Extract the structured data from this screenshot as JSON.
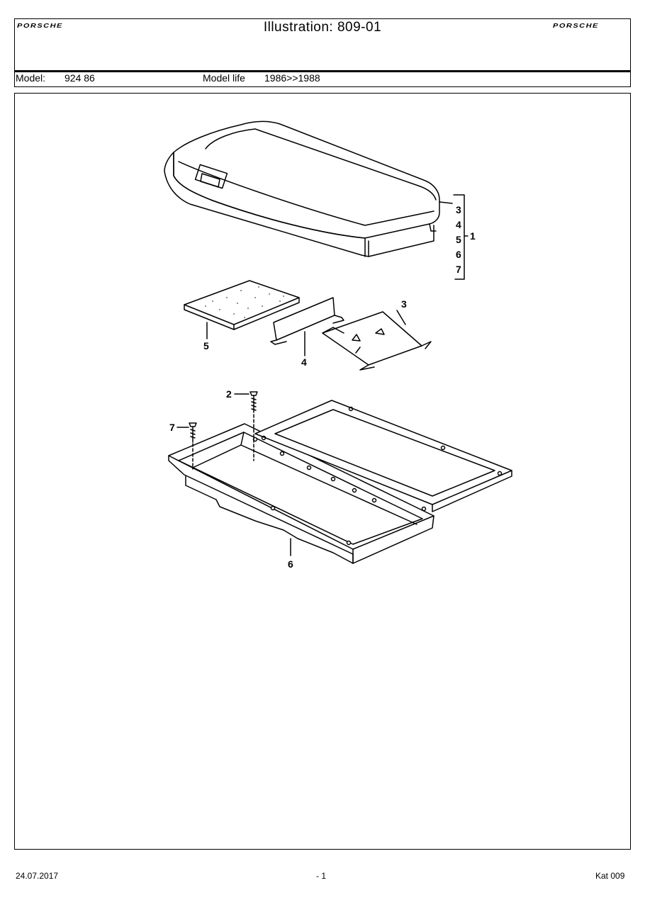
{
  "header": {
    "brand_left": "PORSCHE",
    "brand_right": "PORSCHE",
    "illustration_title": "Illustration: 809-01"
  },
  "model_bar": {
    "model_label": "Model:",
    "model_value": "924 86",
    "model_life_label": "Model life",
    "model_life_value": "1986>>1988"
  },
  "callouts": {
    "c1": "1",
    "c2": "2",
    "c3a": "3",
    "c3b": "3",
    "c4a": "4",
    "c4b": "4",
    "c5a": "5",
    "c5b": "5",
    "c6a": "6",
    "c6b": "6",
    "c7a": "7",
    "c7b": "7"
  },
  "footer": {
    "date": "24.07.2017",
    "page": "- 1",
    "catalog": "Kat 009"
  }
}
